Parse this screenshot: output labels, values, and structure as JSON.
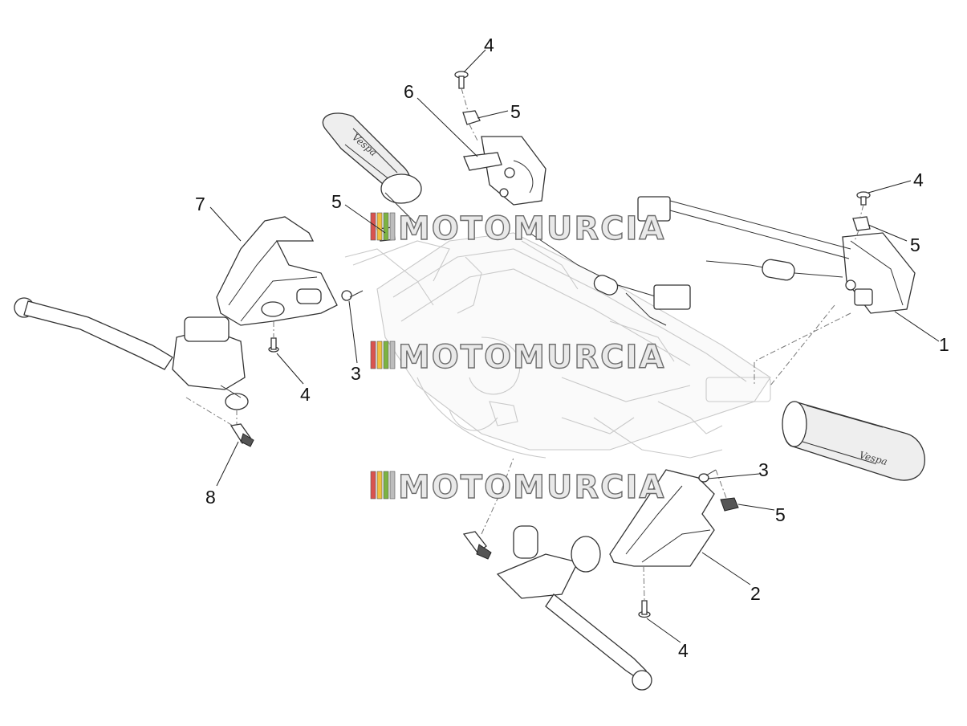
{
  "watermark": {
    "text": "MOTOMURCIA",
    "stripe_colors": [
      "#d9534f",
      "#f0c040",
      "#7cb342",
      "#bdbdbd"
    ]
  },
  "callouts": [
    {
      "id": "c-1",
      "label": "1"
    },
    {
      "id": "c-2",
      "label": "2"
    },
    {
      "id": "c-3a",
      "label": "3"
    },
    {
      "id": "c-3b",
      "label": "3"
    },
    {
      "id": "c-4a",
      "label": "4"
    },
    {
      "id": "c-4b",
      "label": "4"
    },
    {
      "id": "c-4c",
      "label": "4"
    },
    {
      "id": "c-4d",
      "label": "4"
    },
    {
      "id": "c-5a",
      "label": "5"
    },
    {
      "id": "c-5b",
      "label": "5"
    },
    {
      "id": "c-5c",
      "label": "5"
    },
    {
      "id": "c-5d",
      "label": "5"
    },
    {
      "id": "c-6",
      "label": "6"
    },
    {
      "id": "c-7",
      "label": "7"
    },
    {
      "id": "c-8",
      "label": "8"
    }
  ],
  "grip_logo": "Vespa"
}
